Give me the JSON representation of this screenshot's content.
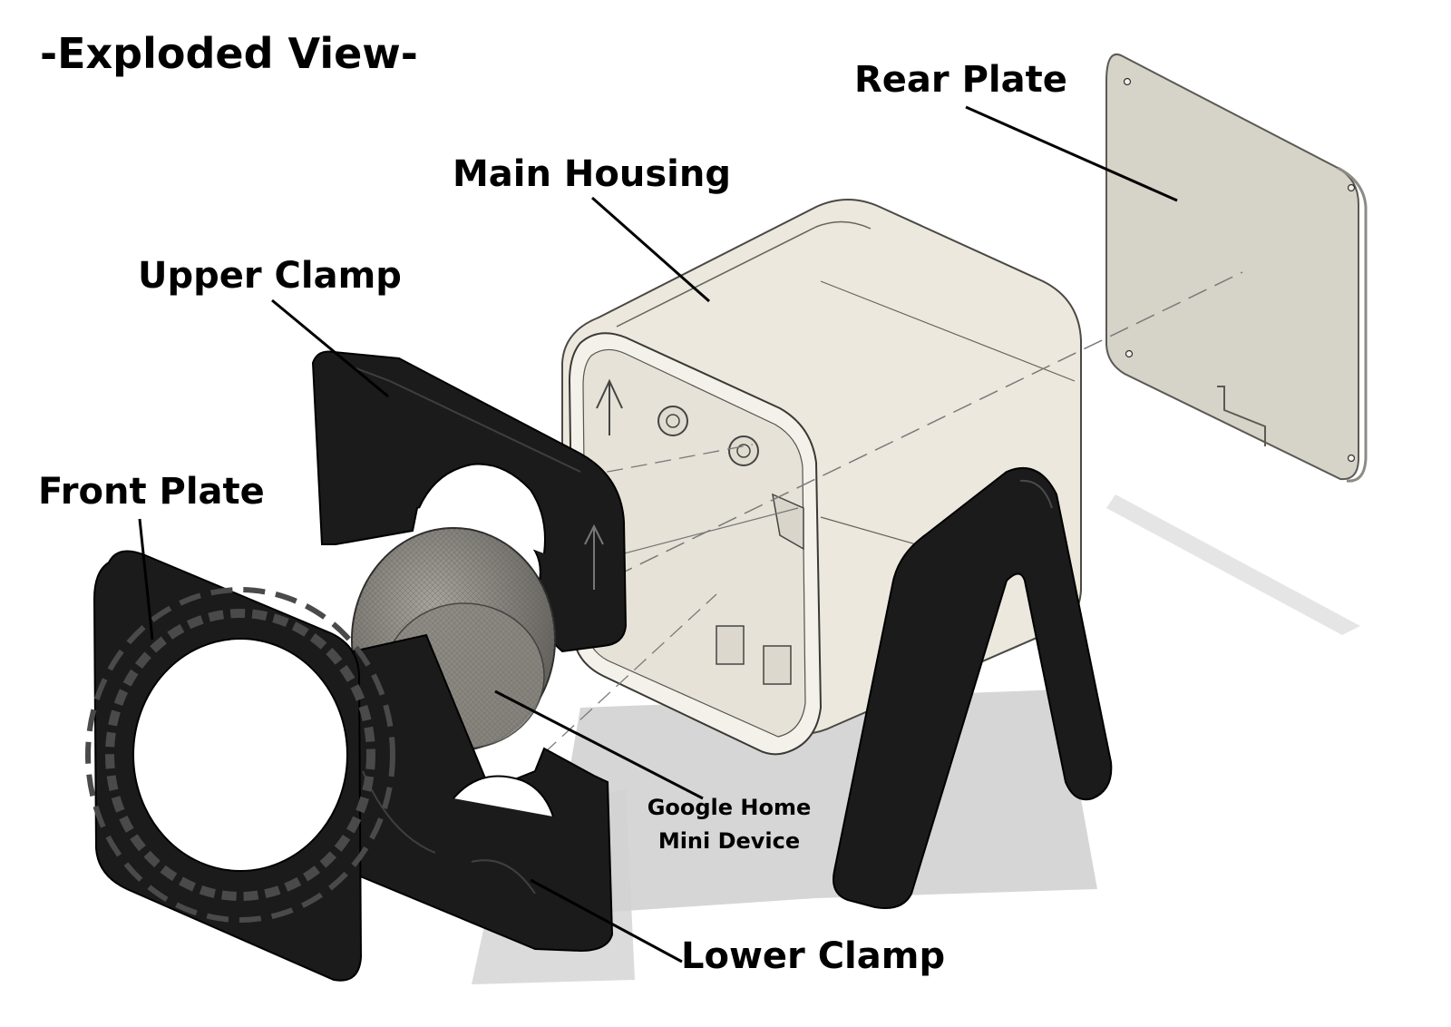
{
  "title": "-Exploded View-",
  "labels": {
    "rear_plate": "Rear Plate",
    "main_housing": "Main Housing",
    "upper_clamp": "Upper Clamp",
    "front_plate": "Front Plate",
    "google_line1": "Google Home",
    "google_line2": "Mini Device",
    "lower_clamp": "Lower Clamp"
  },
  "colors": {
    "housing": "#ece8de",
    "rear_plate": "#d6d3c9",
    "black_parts": "#1b1b1b",
    "device": "#7e7c76",
    "shadow": "#c9c9c9",
    "text": "#000000"
  }
}
